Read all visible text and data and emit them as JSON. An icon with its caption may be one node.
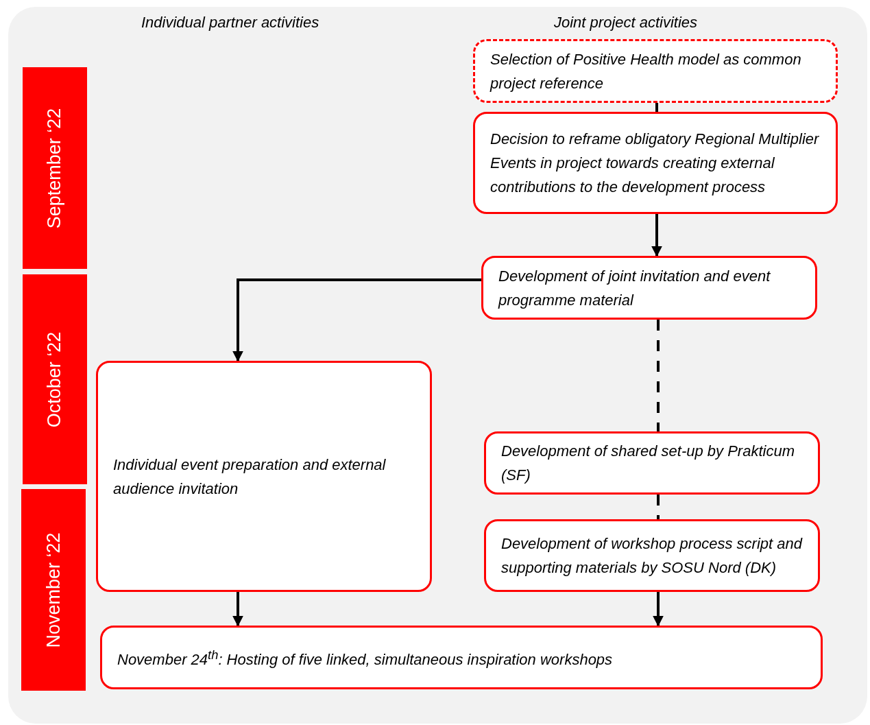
{
  "diagram": {
    "nodes": [
      {
        "text": [
          "September ‘22"
        ]
      },
      {
        "text": [
          "October ‘22"
        ]
      },
      {
        "text": [
          "November ‘22"
        ]
      },
      {
        "text": [
          "Selection of Positive Health model as common project reference"
        ]
      },
      {
        "text": [
          "Decision to reframe obligatory Regional Multiplier Events in project towards creating external contributions to the development process"
        ]
      },
      {
        "text": [
          "Development of joint invitation and event programme material"
        ]
      },
      {
        "text": [
          "Individual event preparation and external audience invitation"
        ]
      },
      {
        "text": [
          "Development of shared set-up by Prakticum (SF)"
        ]
      },
      {
        "text": [
          "Development of workshop process script and supporting materials by SOSU Nord (DK)"
        ]
      },
      {
        "text": [
          "November 24$^{th}$: Hosting of five linked, simultaneous inspiration workshops"
        ]
      }
    ],
    "edges": [
      {
        "from": 3,
        "to": 4,
        "arrow": "none"
      },
      {
        "from": 4,
        "to": 5,
        "arrow": "to"
      },
      {
        "from": 5,
        "to": 6,
        "arrow": "to"
      },
      {
        "from": 5,
        "to": 7,
        "arrow": "none",
        "style": "dashed"
      },
      {
        "from": 7,
        "to": 8,
        "arrow": "none",
        "style": "dashed"
      },
      {
        "from": 6,
        "to": 9,
        "arrow": "to"
      },
      {
        "from": 8,
        "to": 9,
        "arrow": "to"
      }
    ],
    "labels": [
      "Individual partner activities",
      "Joint project activities"
    ]
  }
}
